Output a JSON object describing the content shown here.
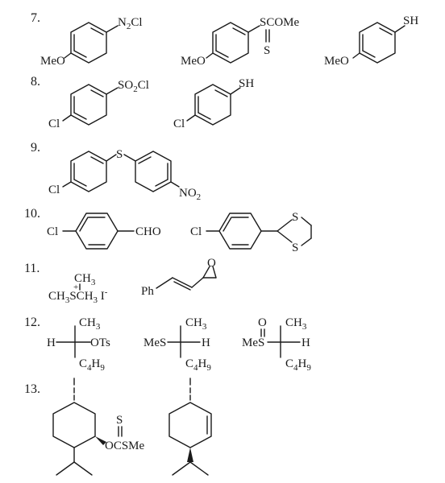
{
  "problems": [
    {
      "number": "7.",
      "labels": {
        "c1": "N₂Cl",
        "c1_sub_parts": [
          "N",
          "2",
          "Cl"
        ],
        "c1_left": "MeO",
        "c2_top": "SCOMe",
        "c2_bottom": "S",
        "c2_left": "MeO",
        "c3_top": "SH",
        "c3_left": "MeO"
      }
    },
    {
      "number": "8.",
      "labels": {
        "c1_top": "SO₂Cl",
        "c1_left": "Cl",
        "c2_top": "SH",
        "c2_left": "Cl"
      }
    },
    {
      "number": "9.",
      "labels": {
        "bridge": "S",
        "left": "Cl",
        "right": "NO₂"
      }
    },
    {
      "number": "10.",
      "labels": {
        "c1_left": "Cl",
        "c1_right": "CHO",
        "c2_left": "Cl",
        "c2_s_top": "S",
        "c2_s_bottom": "S"
      }
    },
    {
      "number": "11.",
      "labels": {
        "ch3_top": "CH₃",
        "sulfonium": "CH₃SCH₃ I⁻",
        "plus": "+",
        "ph": "Ph",
        "oxygen": "O"
      }
    },
    {
      "number": "12.",
      "labels": {
        "a_top": "CH₃",
        "a_left": "H",
        "a_right": "OTs",
        "a_bottom": "C₄H₉",
        "b_top": "CH₃",
        "b_left": "MeS",
        "b_right": "H",
        "b_bottom": "C₄H₉",
        "c_o": "O",
        "c_top": "CH₃",
        "c_left": "MeS",
        "c_right": "H",
        "c_bottom": "C₄H₉"
      }
    },
    {
      "number": "13.",
      "labels": {
        "s_top": "S",
        "oc": "OCSMe"
      }
    }
  ]
}
